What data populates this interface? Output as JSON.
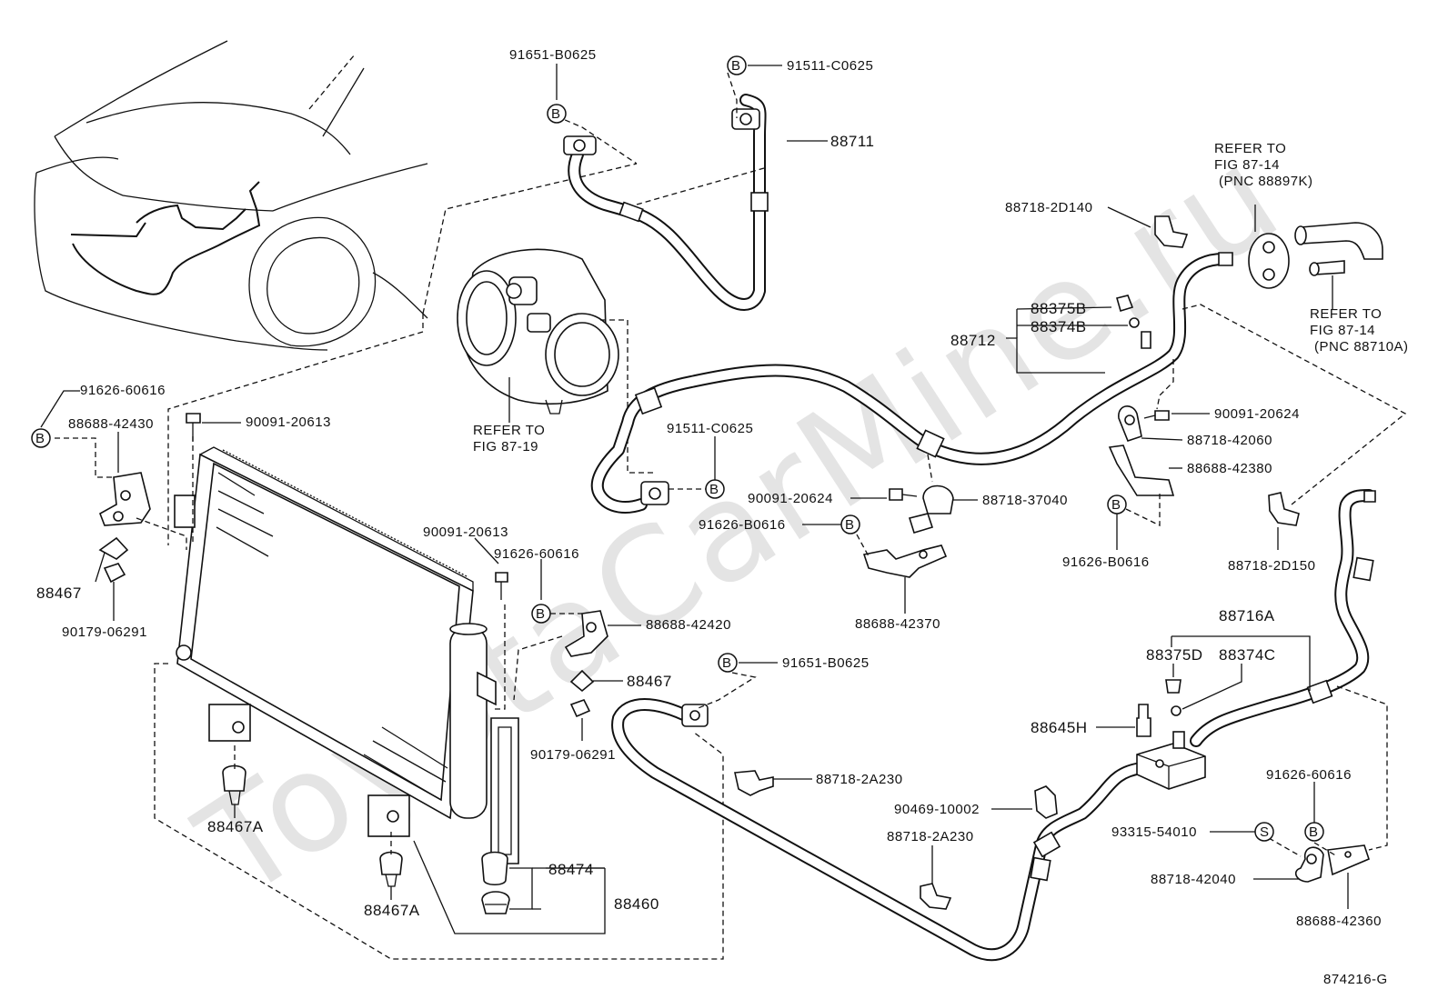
{
  "watermark": "ToyotaCarMine.ru",
  "figure_code": "874216-G",
  "refs": {
    "compressor": [
      "REFER TO",
      "FIG 87-19"
    ],
    "top_right": [
      "REFER TO",
      "FIG 87-14",
      "(PNC 88897K)"
    ],
    "right": [
      "REFER TO",
      "FIG 87-14",
      "(PNC 88710A)"
    ]
  },
  "markers": {
    "b": "B",
    "s": "S"
  },
  "labels": {
    "p91651_top": "91651-B0625",
    "p91511_top": "91511-C0625",
    "p88711": "88711",
    "p91626_60616_left": "91626-60616",
    "p88688_42430": "88688-42430",
    "p90091_20613_left": "90091-20613",
    "p88467_left": "88467",
    "p90179_left": "90179-06291",
    "p90091_20613_mid": "90091-20613",
    "p91626_60616_mid": "91626-60616",
    "p88688_42420": "88688-42420",
    "p88467_mid": "88467",
    "p90179_mid": "90179-06291",
    "p88467A_1": "88467A",
    "p88467A_2": "88467A",
    "p88474": "88474",
    "p88460": "88460",
    "p91511_mid": "91511-C0625",
    "p90091_20624_mid": "90091-20624",
    "p88718_37040": "88718-37040",
    "p91626_B0616_mid": "91626-B0616",
    "p88688_42370": "88688-42370",
    "p88718_2D140": "88718-2D140",
    "p88375B": "88375B",
    "p88374B": "88374B",
    "p88712": "88712",
    "p90091_20624_right": "90091-20624",
    "p88718_42060": "88718-42060",
    "p88688_42380": "88688-42380",
    "p91626_B0616_right": "91626-B0616",
    "p88718_2D150": "88718-2D150",
    "p88716A": "88716A",
    "p88375D": "88375D",
    "p88374C": "88374C",
    "p88645H": "88645H",
    "p91651_low": "91651-B0625",
    "p88718_2A230_a": "88718-2A230",
    "p90469": "90469-10002",
    "p88718_2A230_b": "88718-2A230",
    "p91626_60616_right": "91626-60616",
    "p93315": "93315-54010",
    "p88718_42040": "88718-42040",
    "p88688_42360": "88688-42360"
  }
}
